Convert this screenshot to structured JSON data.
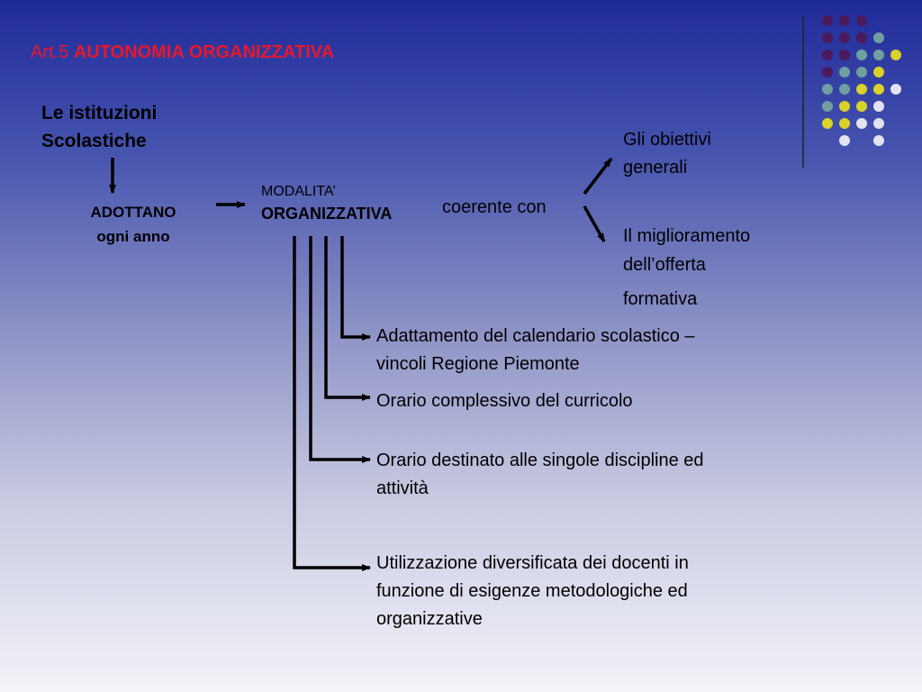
{
  "title": {
    "prefix": "Art.5",
    "main": "AUTONOMIA ORGANIZZATIVA"
  },
  "subject": {
    "line1": "Le istituzioni",
    "line2": "Scolastiche"
  },
  "verb": {
    "line1": "ADOTTANO",
    "line2": "ogni anno"
  },
  "modality": {
    "line1": "MODALITA’",
    "line2": "ORGANIZZATIVA"
  },
  "link": "coerente con",
  "goals": [
    {
      "line1": "Gli obiettivi",
      "line2": "generali"
    },
    {
      "line1": "Il miglioramento",
      "line2": "dell’offerta",
      "line3": "formativa"
    }
  ],
  "items": [
    {
      "line1": "Adattamento del calendario scolastico –",
      "line2": "vincoli Regione Piemonte"
    },
    {
      "line1": "Orario complessivo del curricolo"
    },
    {
      "line1": "Orario destinato alle singole discipline ed",
      "line2": "attività"
    },
    {
      "line1": "Utilizzazione diversificata dei docenti in",
      "line2": "funzione di esigenze metodologiche ed",
      "line3": "organizzative"
    }
  ],
  "colors": {
    "title": "#e8182c",
    "dot_purple": "#4b1a5c",
    "dot_teal": "#6f9fa0",
    "dot_yellow": "#d8d22a",
    "dot_light": "#e2e2f2"
  }
}
